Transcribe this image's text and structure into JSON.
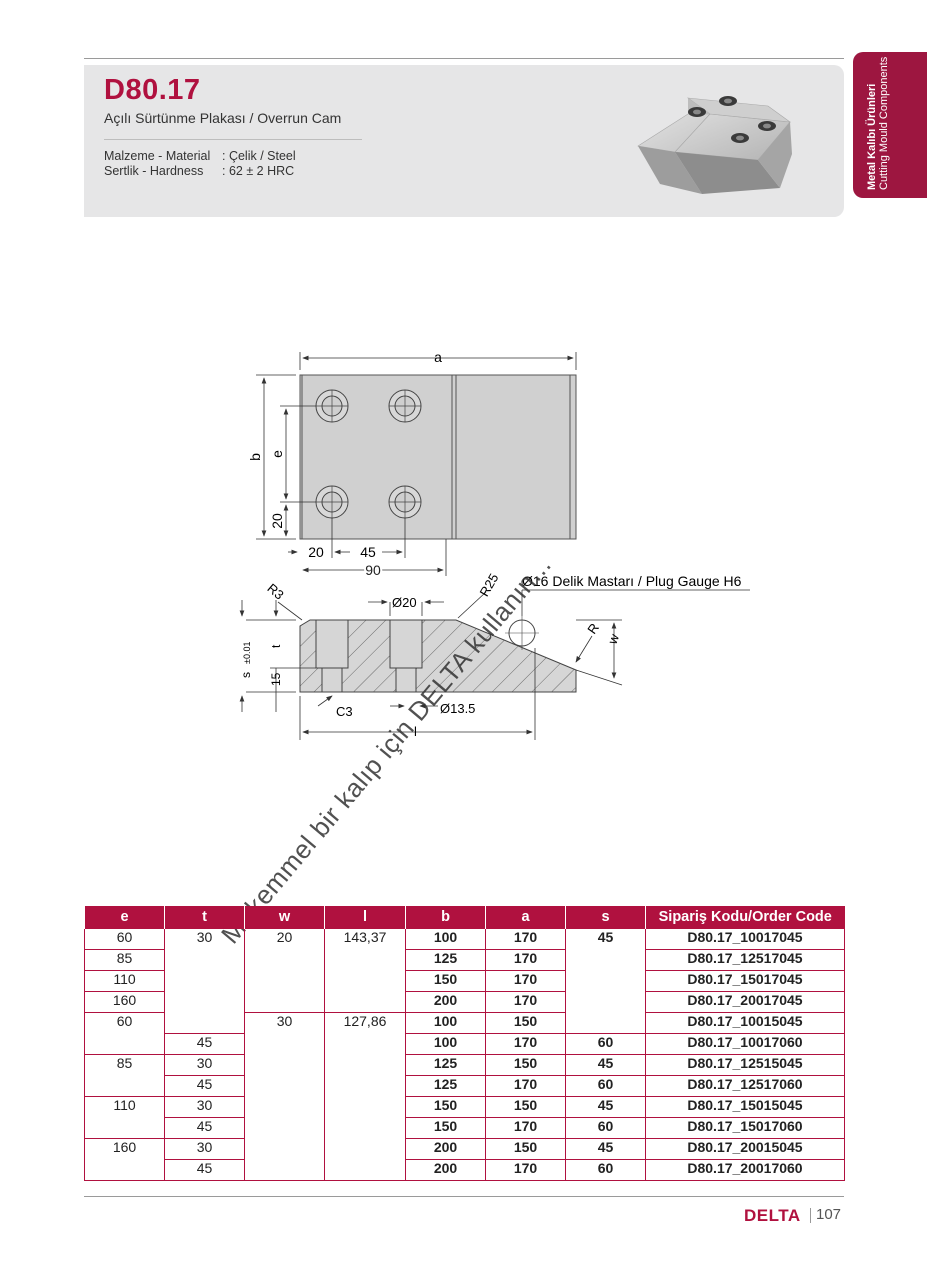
{
  "header": {
    "code": "D80.17",
    "subtitle": "Açılı Sürtünme Plakası / Overrun Cam",
    "material_label": "Malzeme - Material",
    "material_value": ": Çelik / Steel",
    "hardness_label": "Sertlik - Hardness",
    "hardness_value": ": 62 ± 2 HRC"
  },
  "side_tab": {
    "line1": "Metal Kalıbı Ürünleri",
    "line2": "Cutting Mould Components"
  },
  "drawing": {
    "top_view": {
      "a": "a",
      "b": "b",
      "e": "e",
      "dim_20_vertical": "20",
      "dim_20": "20",
      "dim_45": "45",
      "dim_90": "90"
    },
    "section_view": {
      "r3": "R3",
      "d20": "Ø20",
      "r25": "R25",
      "plug_gauge": "Ø16 Delik Mastarı / Plug Gauge H6",
      "s": "s",
      "s_tol": "±0.01",
      "t": "t",
      "dim_15": "15",
      "c3": "C3",
      "d13_5": "Ø13.5",
      "l": "l",
      "r": "R",
      "w": "w"
    }
  },
  "watermark": "Mükemmel bir kalıp için DELTA kullanın...",
  "table": {
    "headers": [
      "e",
      "t",
      "w",
      "l",
      "b",
      "a",
      "s",
      "Sipariş Kodu/Order Code"
    ],
    "rows": [
      [
        "60",
        "30",
        "20",
        "143,37",
        "100",
        "170",
        "45",
        "D80.17_10017045"
      ],
      [
        "85",
        "",
        "",
        "",
        "125",
        "170",
        "",
        "D80.17_12517045"
      ],
      [
        "110",
        "",
        "",
        "",
        "150",
        "170",
        "",
        "D80.17_15017045"
      ],
      [
        "160",
        "",
        "",
        "",
        "200",
        "170",
        "",
        "D80.17_20017045"
      ],
      [
        "60",
        "",
        "30",
        "127,86",
        "100",
        "150",
        "",
        "D80.17_10015045"
      ],
      [
        "",
        "45",
        "",
        "",
        "100",
        "170",
        "60",
        "D80.17_10017060"
      ],
      [
        "85",
        "30",
        "",
        "",
        "125",
        "150",
        "45",
        "D80.17_12515045"
      ],
      [
        "",
        "45",
        "",
        "",
        "125",
        "170",
        "60",
        "D80.17_12517060"
      ],
      [
        "110",
        "30",
        "",
        "",
        "150",
        "150",
        "45",
        "D80.17_15015045"
      ],
      [
        "",
        "45",
        "",
        "",
        "150",
        "170",
        "60",
        "D80.17_15017060"
      ],
      [
        "160",
        "30",
        "",
        "",
        "200",
        "150",
        "45",
        "D80.17_20015045"
      ],
      [
        "",
        "45",
        "",
        "",
        "200",
        "170",
        "60",
        "D80.17_20017060"
      ]
    ]
  },
  "footer": {
    "brand": "DELTA",
    "page": "107"
  },
  "colors": {
    "accent": "#b0113f",
    "side_tab": "#9d1640",
    "panel": "#e6e6e7"
  }
}
